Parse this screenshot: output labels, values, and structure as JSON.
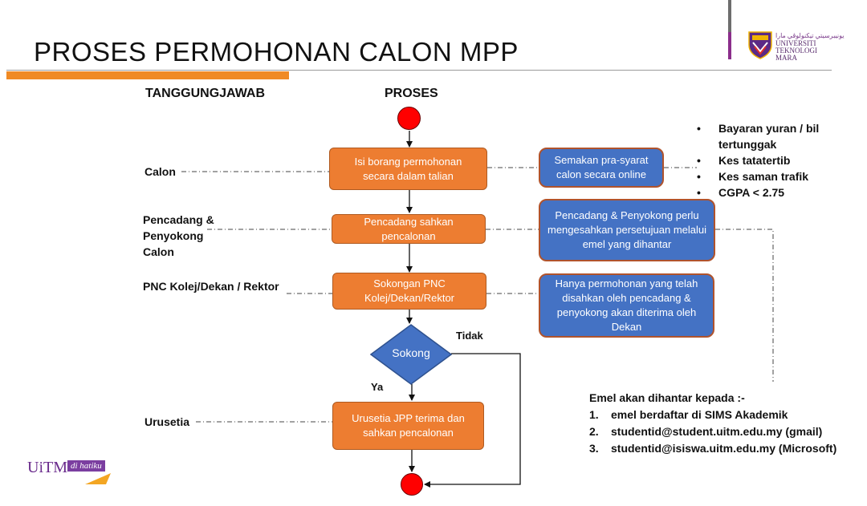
{
  "slide": {
    "title": "PROSES PERMOHONAN CALON MPP"
  },
  "logo": {
    "jawi_text": "ﯾﻮﻧﯿﺒﺮﺳﯿﺘﻲ ﺗﻴﻜﻨﻮﻟﻮﭬﻲ مارا",
    "line1": "UNIVERSITI",
    "line2": "TEKNOLOGI",
    "line3": "MARA"
  },
  "footer_logo": {
    "text": "UiTM",
    "tagline": "di hatiku"
  },
  "columns": {
    "responsibility": "TANGGUNGJAWAB",
    "process": "PROSES"
  },
  "roles": {
    "calon": "Calon",
    "pencadang_line1": "Pencadang &",
    "pencadang_line2": "Penyokong",
    "pencadang_line3": "Calon",
    "pnc": "PNC Kolej/Dekan / Rektor",
    "urusetia": "Urusetia"
  },
  "process": {
    "step1": "Isi borang permohonan secara dalam talian",
    "step2": "Pencadang sahkan pencalonan",
    "step3": "Sokongan PNC Kolej/Dekan/Rektor",
    "decision": "Sokong",
    "no_label": "Tidak",
    "yes_label": "Ya",
    "step4": "Urusetia JPP terima dan sahkan pencalonan"
  },
  "notes": {
    "note1": "Semakan pra-syarat calon secara online",
    "note2": "Pencadang & Penyokong perlu mengesahkan persetujuan melalui emel yang dihantar",
    "note3": "Hanya permohonan yang telah disahkan oleh pencadang & penyokong akan diterima oleh Dekan"
  },
  "requirements": {
    "item1": "Bayaran yuran / bil tertunggak",
    "item2": "Kes tatatertib",
    "item3": "Kes saman trafik",
    "item4": "CGPA < 2.75"
  },
  "email": {
    "heading": "Emel akan dihantar kepada :-",
    "items": [
      {
        "num": "1.",
        "text": "emel berdaftar di SIMS Akademik"
      },
      {
        "num": "2.",
        "text": "studentid@student.uitm.edu.my (gmail)"
      },
      {
        "num": "3.",
        "text": "studentid@isiswa.uitm.edu.my (Microsoft)"
      }
    ]
  },
  "colors": {
    "process_box": "#ed7d31",
    "note_box": "#4472c4",
    "terminal": "#ff0000",
    "accent_bar": "#f08a24"
  }
}
